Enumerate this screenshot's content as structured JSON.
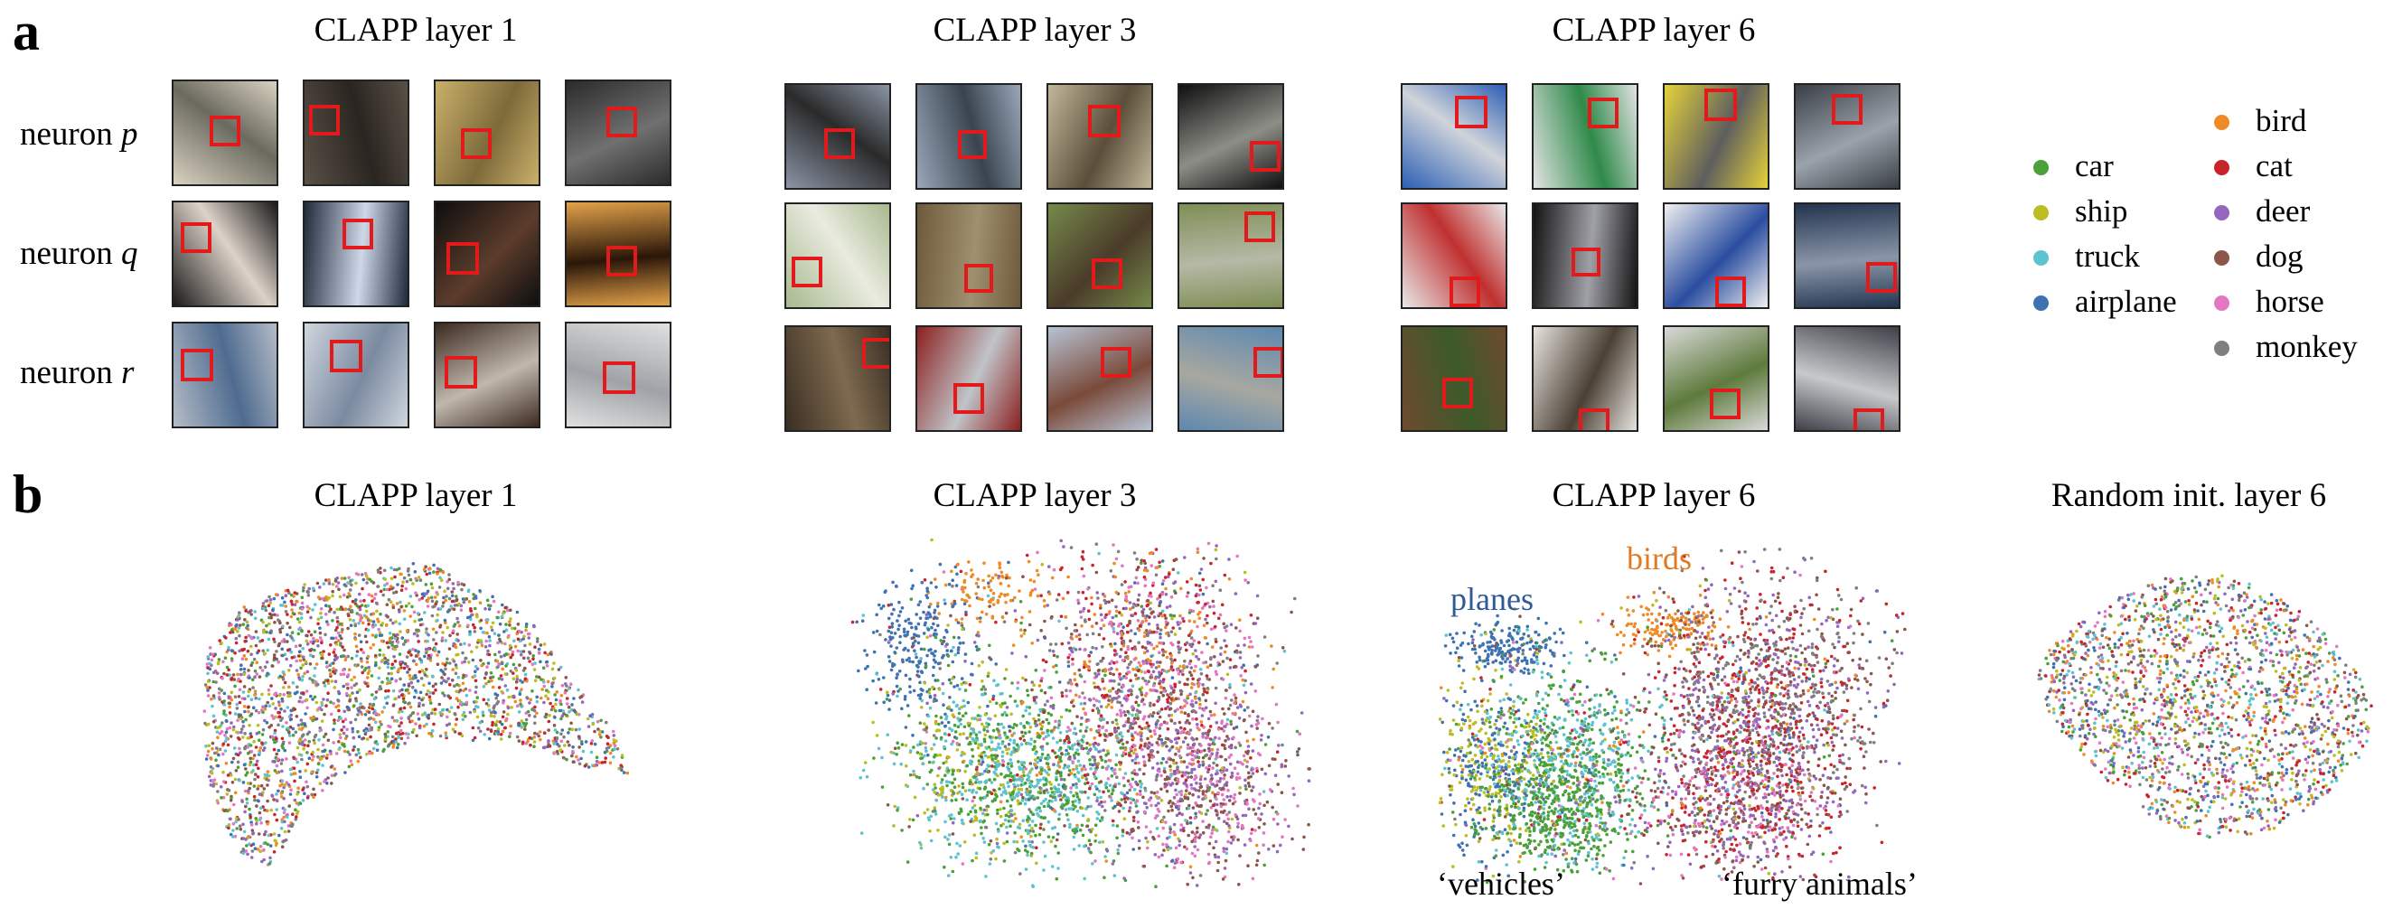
{
  "panel_a": {
    "letter": "a",
    "layer_titles": [
      "CLAPP layer 1",
      "CLAPP layer 3",
      "CLAPP layer 6"
    ],
    "neuron_labels": [
      {
        "prefix": "neuron ",
        "var": "p"
      },
      {
        "prefix": "neuron ",
        "var": "q"
      },
      {
        "prefix": "neuron ",
        "var": "r"
      }
    ]
  },
  "panel_b": {
    "letter": "b",
    "plot_titles": [
      "CLAPP layer 1",
      "CLAPP layer 3",
      "CLAPP layer 6",
      "Random init. layer 6"
    ],
    "cluster_labels": {
      "planes": "planes",
      "birds": "birds",
      "vehicles": "‘vehicles’",
      "furry_animals": "‘furry animals’"
    }
  },
  "legend": {
    "left": [
      {
        "label": "car",
        "color": "#4aa13a"
      },
      {
        "label": "ship",
        "color": "#bcbd22"
      },
      {
        "label": "truck",
        "color": "#5ec3d1"
      },
      {
        "label": "airplane",
        "color": "#3f72b0"
      }
    ],
    "right": [
      {
        "label": "bird",
        "color": "#f08a24"
      },
      {
        "label": "cat",
        "color": "#c8242b"
      },
      {
        "label": "deer",
        "color": "#9467bd"
      },
      {
        "label": "dog",
        "color": "#8c564b"
      },
      {
        "label": "horse",
        "color": "#e377c2"
      },
      {
        "label": "monkey",
        "color": "#7f7f7f"
      }
    ]
  }
}
